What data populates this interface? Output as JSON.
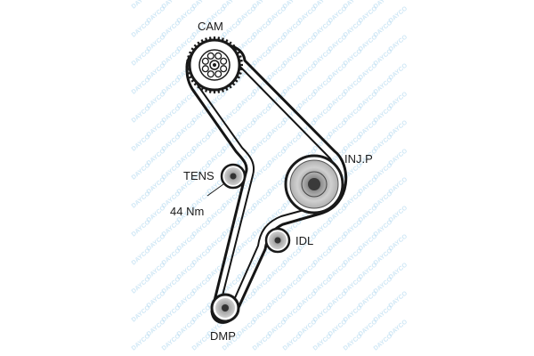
{
  "watermark": "DAYCO",
  "labels": {
    "cam": "CAM",
    "tens": "TENS",
    "torque": "44 Nm",
    "injp": "INJ.P",
    "idl": "IDL",
    "dmp": "DMP"
  },
  "colors": {
    "belt": "#151515",
    "pulley_face": "#d6d6d6",
    "pulley_rim": "#222222",
    "watermark": "#a9d4ee"
  }
}
